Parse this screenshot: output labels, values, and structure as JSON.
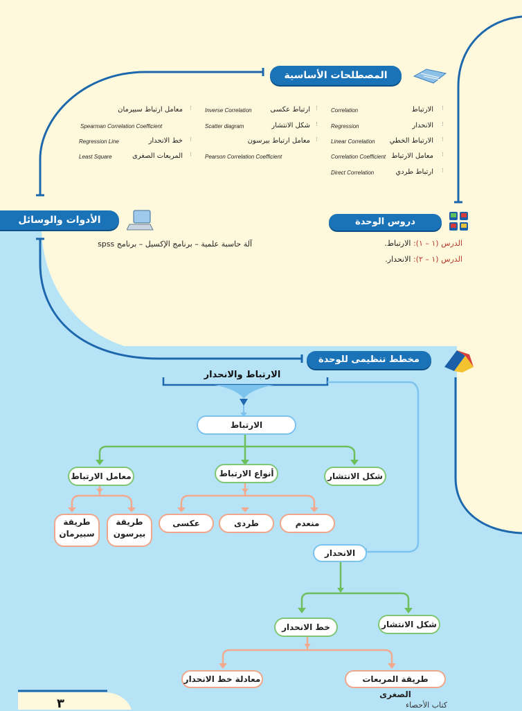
{
  "terms": {
    "header": "المصطلحات الأساسية",
    "items": [
      {
        "ar": "الارتباط",
        "en": "Correlation"
      },
      {
        "ar": "الانحدار",
        "en": "Regression"
      },
      {
        "ar": "الارتباط الخطي",
        "en": "Linear Correlation"
      },
      {
        "ar": "معامل الارتباط",
        "en": "Correlation Coefficient"
      },
      {
        "ar": "ارتباط طردي",
        "en": "Direct Correlation"
      },
      {
        "ar": "ارتباط عكسى",
        "en": "Inverse Correlation"
      },
      {
        "ar": "شكل الانتشار",
        "en": "Scatter diagram"
      },
      {
        "ar": "معامل ارتباط بيرسون",
        "en": "Pearson Correlation Coefficient"
      },
      {
        "ar": "معامل ارتباط سبيرمان",
        "en": "Spearman Correlation Coefficient"
      },
      {
        "ar": "خط الانحدار",
        "en": "Regression Line"
      },
      {
        "ar": "المربعات الصغرى",
        "en": "Least Square"
      }
    ]
  },
  "tools": {
    "header": "الأدوات والوسائل",
    "text": "آلة حاسبة علمية – برنامج الإكسيل – برنامج spss"
  },
  "lessons": {
    "header": "دروس الوحدة",
    "items": [
      {
        "num": "الدرس (١ – ١):",
        "title": "الارتباط."
      },
      {
        "num": "الدرس (١ – ٢):",
        "title": "الانحدار."
      }
    ]
  },
  "chart": {
    "header": "مخطط تنظيمى للوحدة",
    "root": "الارتباط والانحدار",
    "correlation": "الارتباط",
    "coefficient": "معامل الارتباط",
    "types": "أنواع الارتباط",
    "scatter": "شكل الانتشار",
    "spearman": "طريقة سبيرمان",
    "pearson": "طريقة بيرسون",
    "inverse": "عكسى",
    "direct": "طردى",
    "none": "منعدم",
    "regression": "الانحدار",
    "reg_line": "خط الانحدار",
    "reg_scatter": "شكل الانتشار",
    "reg_eq": "معادلة خط الانحدار",
    "least_sq": "طريقة المربعات الصغرى"
  },
  "page": {
    "number": "٣",
    "footer": "كتاب الأحصاء"
  },
  "colors": {
    "cream": "#fef8dc",
    "sky": "#b7e3f7",
    "pill": "#1a72b7",
    "line": "#1d68ad",
    "green": "#6cbf5b",
    "peach": "#f2a98d"
  }
}
